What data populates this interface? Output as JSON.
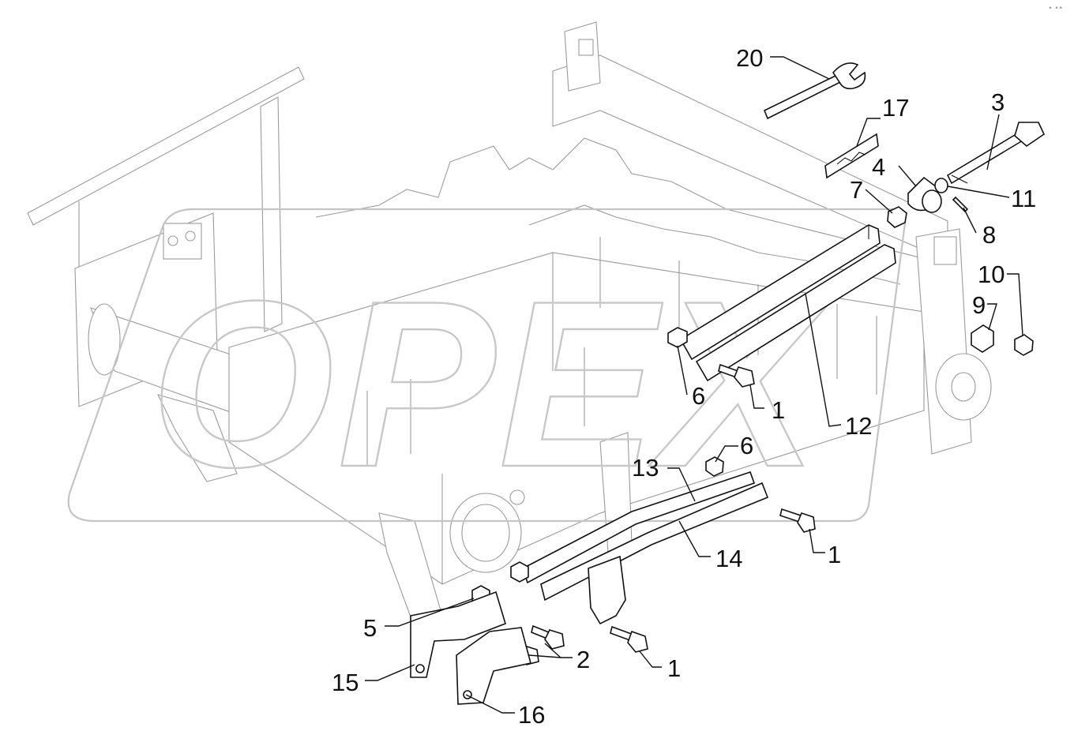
{
  "diagram": {
    "watermark_text": "OPEX",
    "corner_mark": "• •• ",
    "callouts": [
      {
        "id": "c20",
        "label": "20"
      },
      {
        "id": "c17",
        "label": "17"
      },
      {
        "id": "c3",
        "label": "3"
      },
      {
        "id": "c4",
        "label": "4"
      },
      {
        "id": "c7",
        "label": "7"
      },
      {
        "id": "c11",
        "label": "11"
      },
      {
        "id": "c8",
        "label": "8"
      },
      {
        "id": "c10",
        "label": "10"
      },
      {
        "id": "c9",
        "label": "9"
      },
      {
        "id": "c6a",
        "label": "6"
      },
      {
        "id": "c1a",
        "label": "1"
      },
      {
        "id": "c12",
        "label": "12"
      },
      {
        "id": "c6b",
        "label": "6"
      },
      {
        "id": "c13",
        "label": "13"
      },
      {
        "id": "c1b",
        "label": "1"
      },
      {
        "id": "c14",
        "label": "14"
      },
      {
        "id": "c5",
        "label": "5"
      },
      {
        "id": "c2",
        "label": "2"
      },
      {
        "id": "c1c",
        "label": "1"
      },
      {
        "id": "c15",
        "label": "15"
      },
      {
        "id": "c16",
        "label": "16"
      }
    ]
  }
}
